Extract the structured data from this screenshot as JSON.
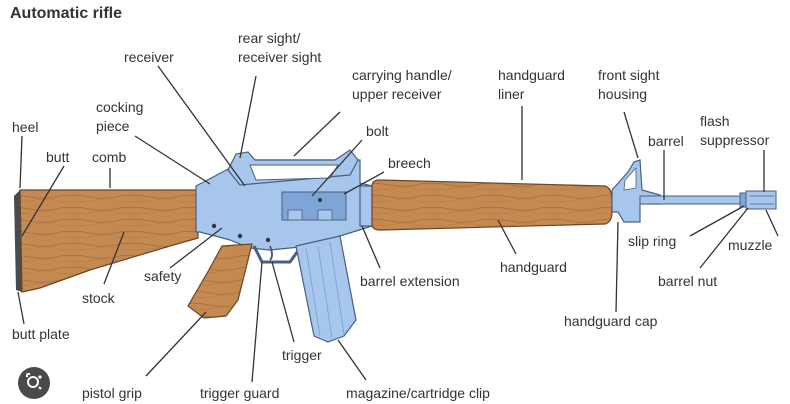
{
  "title": "Automatic rifle",
  "labels": {
    "heel": "heel",
    "butt": "butt",
    "comb": "comb",
    "cocking_piece_1": "cocking",
    "cocking_piece_2": "piece",
    "receiver": "receiver",
    "rear_sight_1": "rear sight/",
    "rear_sight_2": "receiver sight",
    "carrying_handle_1": "carrying handle/",
    "carrying_handle_2": "upper receiver",
    "bolt": "bolt",
    "breech": "breech",
    "handguard_liner_1": "handguard",
    "handguard_liner_2": "liner",
    "front_sight_1": "front sight",
    "front_sight_2": "housing",
    "barrel": "barrel",
    "flash_suppressor_1": "flash",
    "flash_suppressor_2": "suppressor",
    "slip_ring": "slip ring",
    "muzzle": "muzzle",
    "barrel_nut": "barrel nut",
    "handguard": "handguard",
    "barrel_extension": "barrel extension",
    "safety": "safety",
    "stock": "stock",
    "butt_plate": "butt plate",
    "handguard_cap": "handguard cap",
    "trigger": "trigger",
    "pistol_grip": "pistol grip",
    "trigger_guard": "trigger guard",
    "magazine": "magazine/cartridge clip"
  },
  "colors": {
    "wood": "#c48a52",
    "wood_grain": "#a86f3d",
    "metal": "#a6c6ec",
    "metal_dark": "#7fa5d6",
    "outline": "#4a5f80"
  },
  "icons": {
    "lens": "google-lens-icon"
  }
}
